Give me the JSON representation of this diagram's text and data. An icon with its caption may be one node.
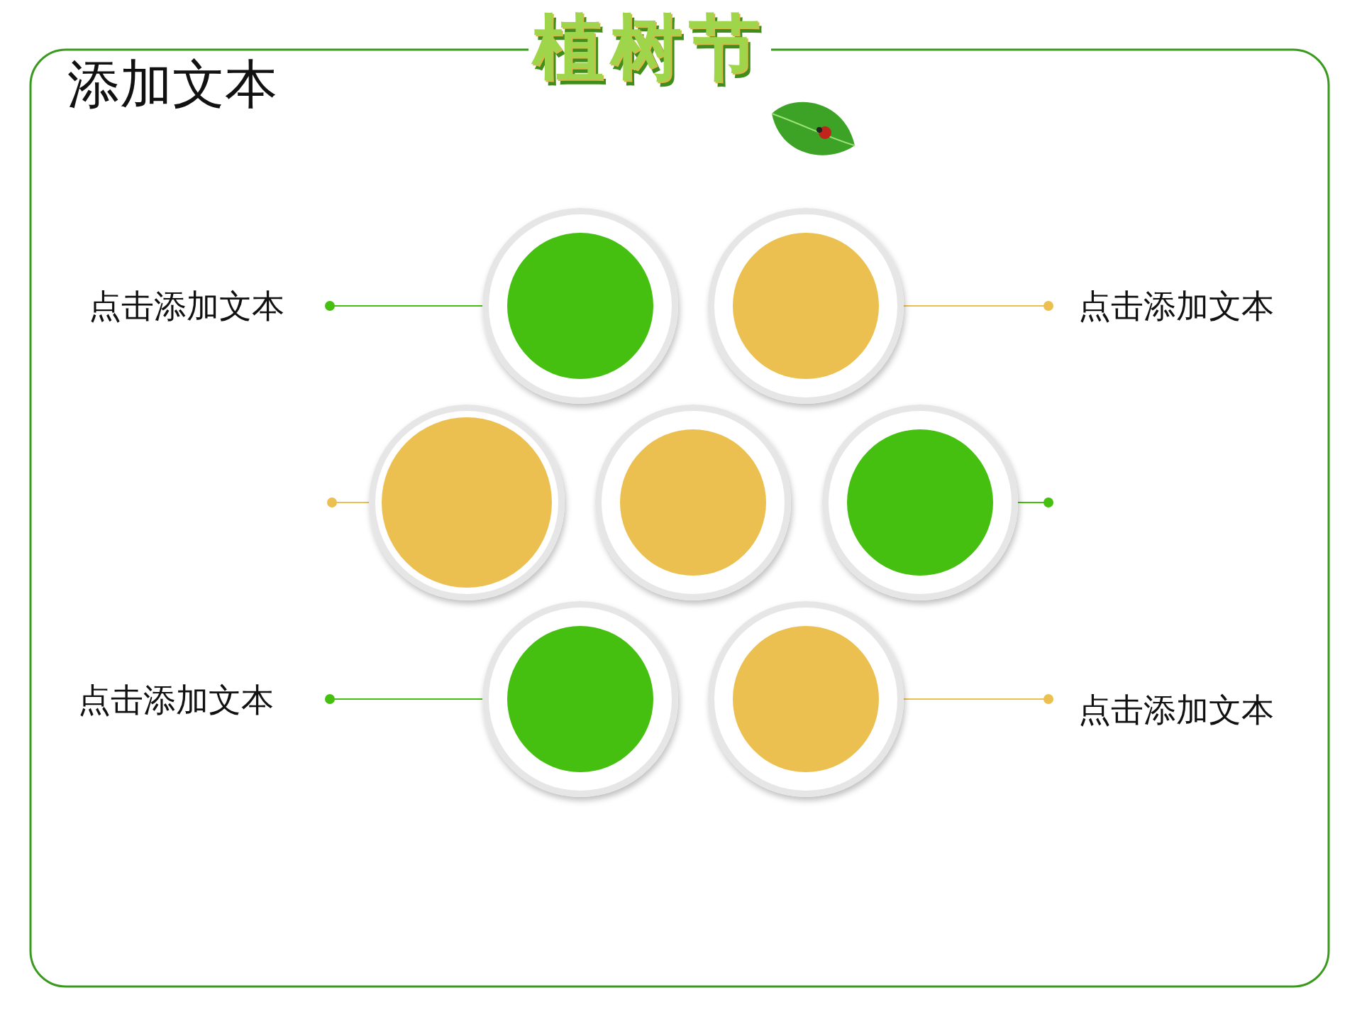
{
  "diagram": {
    "title": "植树节",
    "nodes": [
      {
        "text": [],
        "shape": "circle"
      },
      {
        "text": [],
        "shape": "circle"
      },
      {
        "text": [],
        "shape": "circle"
      },
      {
        "text": [],
        "shape": "circle"
      },
      {
        "text": [],
        "shape": "circle"
      },
      {
        "text": [],
        "shape": "circle"
      },
      {
        "text": [],
        "shape": "circle"
      }
    ],
    "edges": [
      {
        "from": null,
        "to": 0,
        "arrow": "other",
        "color": "#45bf10"
      },
      {
        "from": null,
        "to": 1,
        "arrow": "other",
        "color": "#ebc050"
      },
      {
        "from": null,
        "to": 2,
        "arrow": "other",
        "color": "#ebc050"
      },
      {
        "from": null,
        "to": 4,
        "arrow": "other",
        "color": "#45bf10"
      },
      {
        "from": null,
        "to": 5,
        "arrow": "other",
        "color": "#45bf10"
      },
      {
        "from": null,
        "to": 6,
        "arrow": "other",
        "color": "#ebc050"
      }
    ],
    "labels": [
      "添加文本",
      "点击添加文本",
      "点击添加文本",
      "点击添加文本",
      "点击添加文本"
    ]
  }
}
